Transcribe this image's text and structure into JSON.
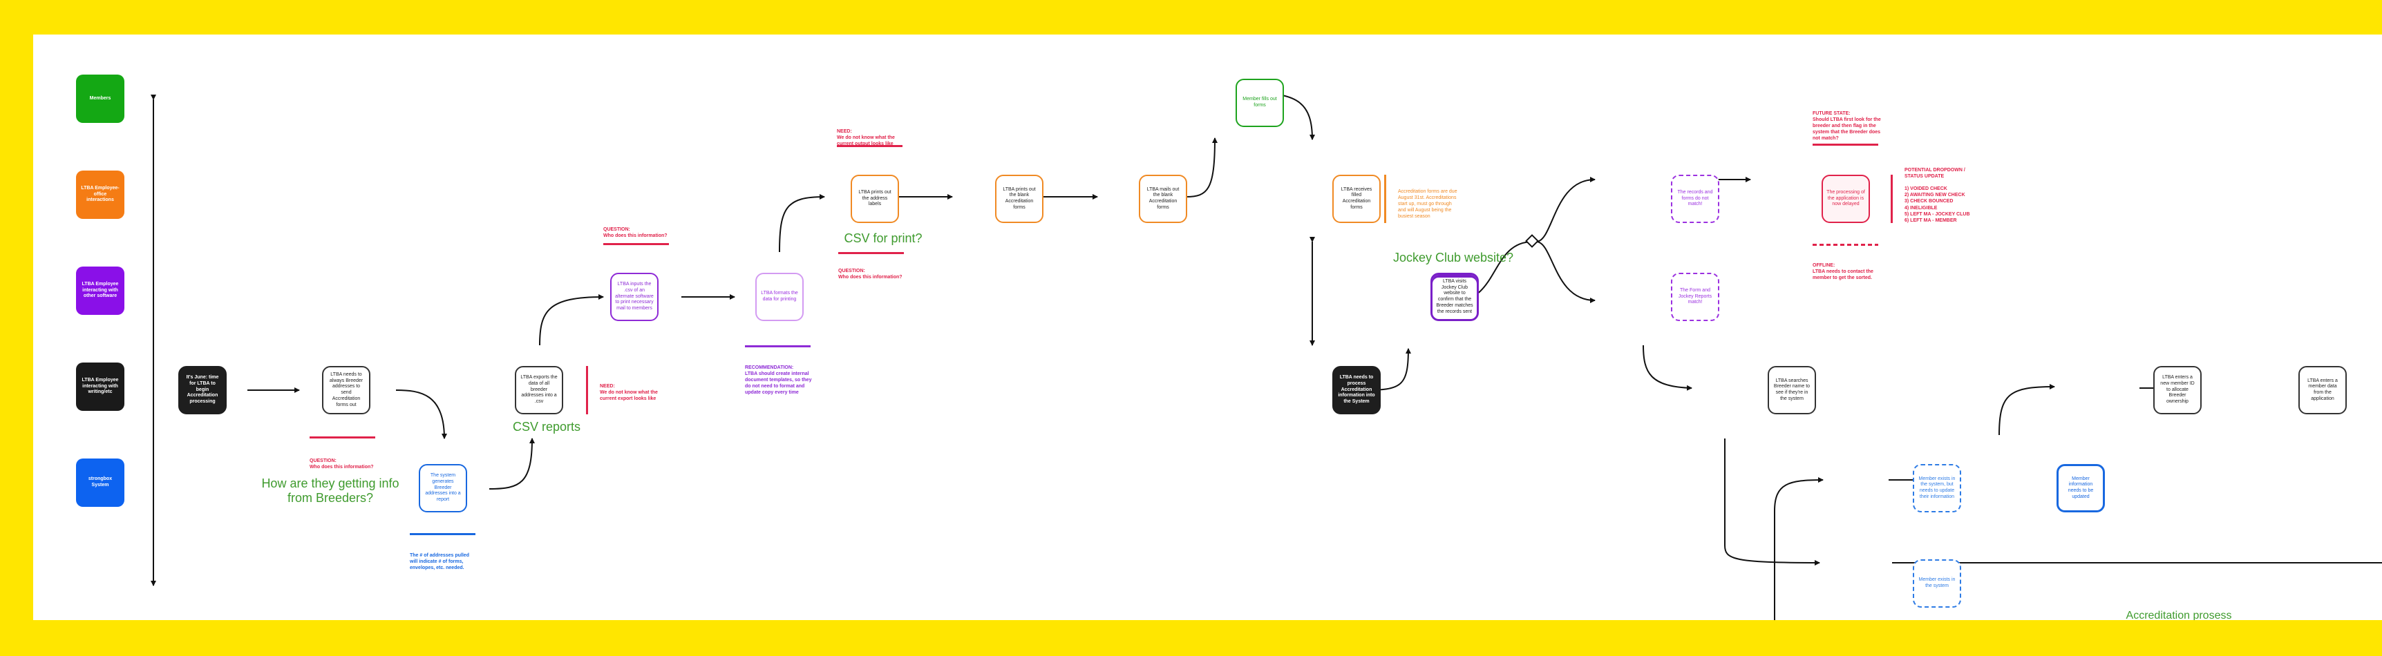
{
  "lanes": [
    {
      "id": "members",
      "label": "Members",
      "color": "#14A814"
    },
    {
      "id": "employee_office",
      "label": "LTBA Employee-office interactions",
      "color": "#F57C14"
    },
    {
      "id": "employee_software",
      "label": "LTBA Employee interacting with other software",
      "color": "#8A10E8"
    },
    {
      "id": "employee_writing",
      "label": "LTBA Employee interacting with writing/etc",
      "color": "#1A1A1A"
    },
    {
      "id": "system",
      "label": "strongbox System",
      "color": "#0D63F0"
    }
  ],
  "nodes": {
    "start": "It's June: time for LTBA to begin Accreditation processing",
    "n1": "LTBA needs to always Breeder addresses to send Accreditation forms out",
    "n2": "The system generates Breeder addresses into a report",
    "n3": "LTBA exports the data of all breeder addresses into a .csv",
    "n4": "LTBA inputs the .csv of an alternate software to print necessary mail to members",
    "n5": "LTBA formats the data for printing",
    "n6": "LTBA prints out the address labels",
    "n7": "LTBA prints out the blank Accreditation forms",
    "n8": "LTBA mails out the blank Accreditation forms",
    "n9": "Member fills out forms",
    "n10": "LTBA receives filled Accreditation forms",
    "n11": "LTBA needs to process Accreditation information into the System",
    "n12": "LTBA visits Jockey Club website to confirm that the Breeder matches the records sent",
    "n13": "The records and forms do not match!",
    "n14": "The Form and Jockey Reports match!",
    "n15": "The processing of the application is now delayed",
    "n16": "LTBA searches Breeder name to see if they're in the system",
    "n17": "Member exists in the system, but needs to update their information",
    "n18": "Member information needs to be updated",
    "n19": "Member exists in the system",
    "n20": "LTBA enters a new member ID to allocate Breeder ownership",
    "n21": "LTBA enters a member data from the application"
  },
  "labels": {
    "getting_info": "How are they getting info\nfrom  Breeders?",
    "csv_reports": "CSV reports",
    "csv_print": "CSV for print?",
    "jockey": "Jockey Club website?",
    "accred": "Accreditation prosess"
  },
  "notes": {
    "q1": "QUESTION:\nWho does this information?",
    "q2": "QUESTION:\nWho does this information?",
    "q3": "QUESTION:\nWho does this information?",
    "need1": "NEED:\nWe do not know what the\ncurrent export looks like",
    "need2": "NEED:\nWe do not know what the\ncurrent output looks like",
    "addresses": "The # of addresses pulled\nwill indicate # of forms,\nenvelopes, etc. needed.",
    "recommendation": "RECOMMENDATION:\nLTBA should create internal\ndocument templates, so they\ndo not need to format and\nupdate copy every time",
    "accred_forms": "Accreditation forms are due\nAugust 31st. Accreditations\nstart up, must go through\nand will August being the\nbusiest season",
    "future": "FUTURE STATE:\nShould LTBA first look for the\nbreeder and then flag in the\nsystem that the Breeder does\nnot match?",
    "dropdown": "POTENTIAL DROPDOWN /\nSTATUS UPDATE\n\n1) VOIDED CHECK\n2) AWAITING NEW CHECK\n3) CHECK BOUNCED\n4) INELIGIBLE\n5) LEFT MA - JOCKEY CLUB\n6) LEFT MA - MEMBER",
    "offline": "OFFLINE:\nLTBA needs to contact the\nmember to get the sorted."
  }
}
